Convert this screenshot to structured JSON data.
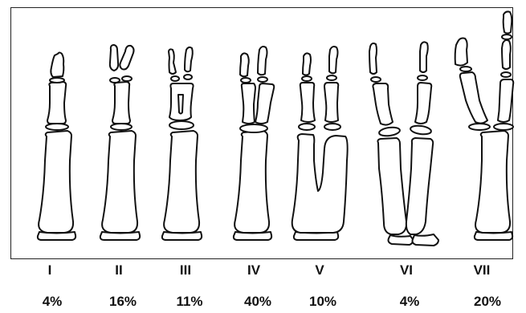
{
  "types": [
    {
      "numeral": "I",
      "percent": "4%"
    },
    {
      "numeral": "II",
      "percent": "16%"
    },
    {
      "numeral": "III",
      "percent": "11%"
    },
    {
      "numeral": "IV",
      "percent": "40%"
    },
    {
      "numeral": "V",
      "percent": "10%"
    },
    {
      "numeral": "VI",
      "percent": "4%"
    },
    {
      "numeral": "VII",
      "percent": "20%"
    }
  ]
}
